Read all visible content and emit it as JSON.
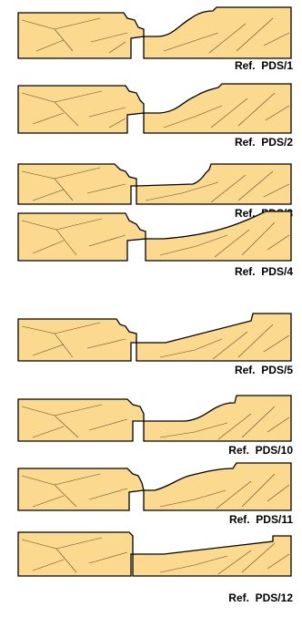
{
  "colors": {
    "wood": "#fbd98f",
    "outline": "#000000",
    "background": "#ffffff"
  },
  "profiles": [
    {
      "ref": "Ref.  PDS/1"
    },
    {
      "ref": "Ref.  PDS/2"
    },
    {
      "ref": "Ref.  PDS/3"
    },
    {
      "ref": "Ref.  PDS/4"
    },
    {
      "ref": "Ref.  PDS/5"
    },
    {
      "ref": "Ref.  PDS/10"
    },
    {
      "ref": "Ref.  PDS/11"
    },
    {
      "ref": "Ref.  PDS/12"
    }
  ]
}
